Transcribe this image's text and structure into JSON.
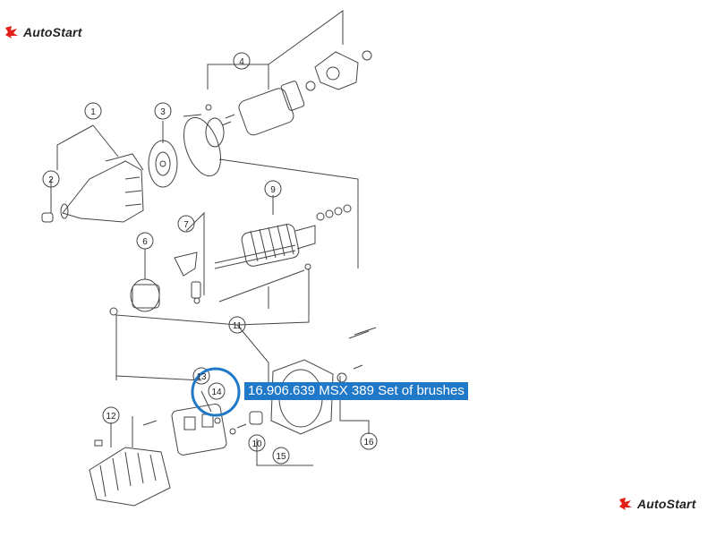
{
  "brand": {
    "name": "AutoStart",
    "accent": "#e32119"
  },
  "callouts": [
    "1",
    "2",
    "3",
    "4",
    "6",
    "7",
    "9",
    "10",
    "11",
    "12",
    "13",
    "14",
    "15",
    "16"
  ],
  "highlight": {
    "part_number": "14",
    "label": "16.906.639 MSX 389 Set of brushes",
    "color": "#1f78c8"
  }
}
